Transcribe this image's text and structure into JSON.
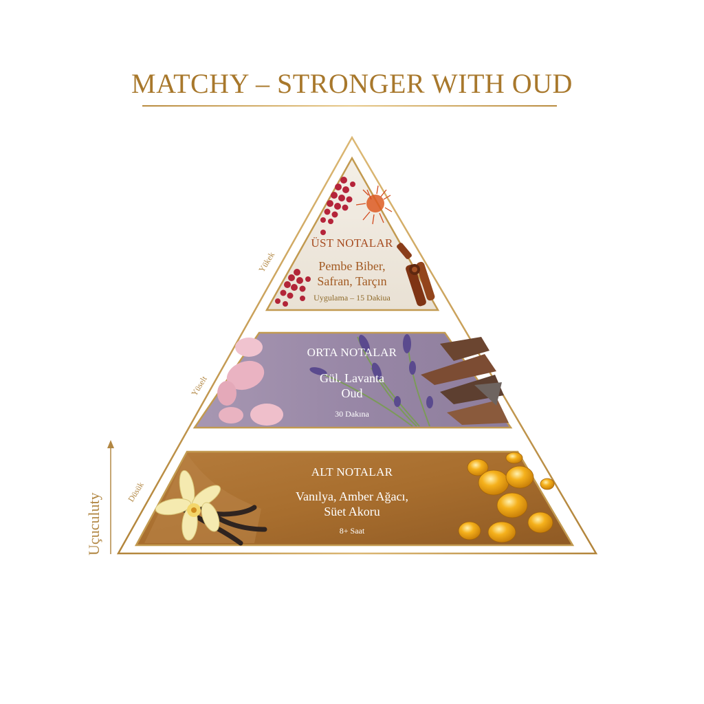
{
  "header": {
    "title": "MATCHY – STRONGER WITH OUD"
  },
  "axis": {
    "label": "Uçuculuty",
    "direction": "up"
  },
  "tiers": [
    {
      "id": "top",
      "side_label": "Yükek",
      "heading": "ÜST NOTALAR",
      "notes_line1": "Pembe Biber,",
      "notes_line2": "Safran, Tarçın",
      "duration": "Uygulama – 15 Dakiua",
      "background": "#efe9df",
      "imagery": [
        "pink-pepper-icon",
        "saffron-icon",
        "cinnamon-icon"
      ]
    },
    {
      "id": "middle",
      "side_label": "Yüselt",
      "heading": "ORTA NOTALAR",
      "notes_line1": "Gül. Lavanta",
      "notes_line2": "Oud",
      "duration": "30 Dakına",
      "background": "#9b8aa8",
      "imagery": [
        "rose-petals-icon",
        "lavender-icon",
        "oud-wood-icon"
      ]
    },
    {
      "id": "bottom",
      "side_label": "Düsük",
      "heading": "ALT NOTALAR",
      "notes_line1": "Vanılya, Amber Ağacı,",
      "notes_line2": "Süet Akoru",
      "duration": "8+ Saat",
      "background": "#a86f30",
      "imagery": [
        "vanilla-flower-icon",
        "vanilla-pod-icon",
        "amber-stones-icon"
      ]
    }
  ],
  "colors": {
    "gold": "#b88a3e",
    "title": "#a8782c",
    "top_heading": "#a64a1e"
  }
}
